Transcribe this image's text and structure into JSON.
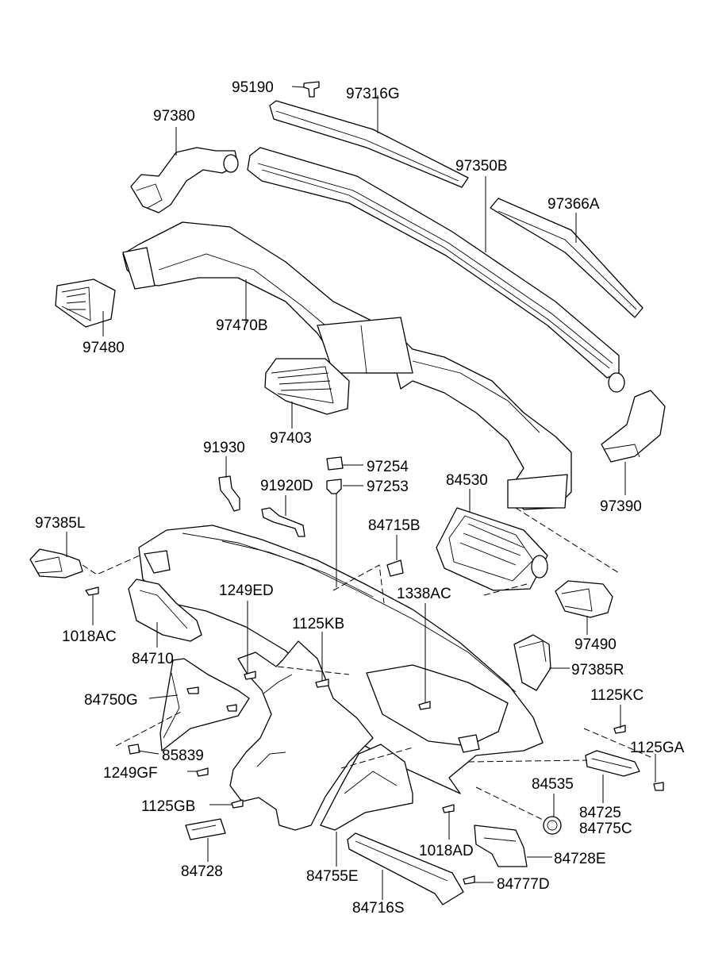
{
  "labels": [
    "95190",
    "97316G",
    "97380",
    "97350B",
    "97366A",
    "97470B",
    "97480",
    "97403",
    "97390",
    "91930",
    "97254",
    "97253",
    "91920D",
    "84530",
    "97385L",
    "84715B",
    "1249ED",
    "1338AC",
    "97490",
    "1018AC",
    "84710",
    "1125KB",
    "97385R",
    "84750G",
    "1125KC",
    "1125GA",
    "85839",
    "1249GF",
    "84535",
    "1125GB",
    "84725",
    "84775C",
    "1018AD",
    "84728E",
    "84728",
    "84755E",
    "84777D",
    "84716S"
  ]
}
